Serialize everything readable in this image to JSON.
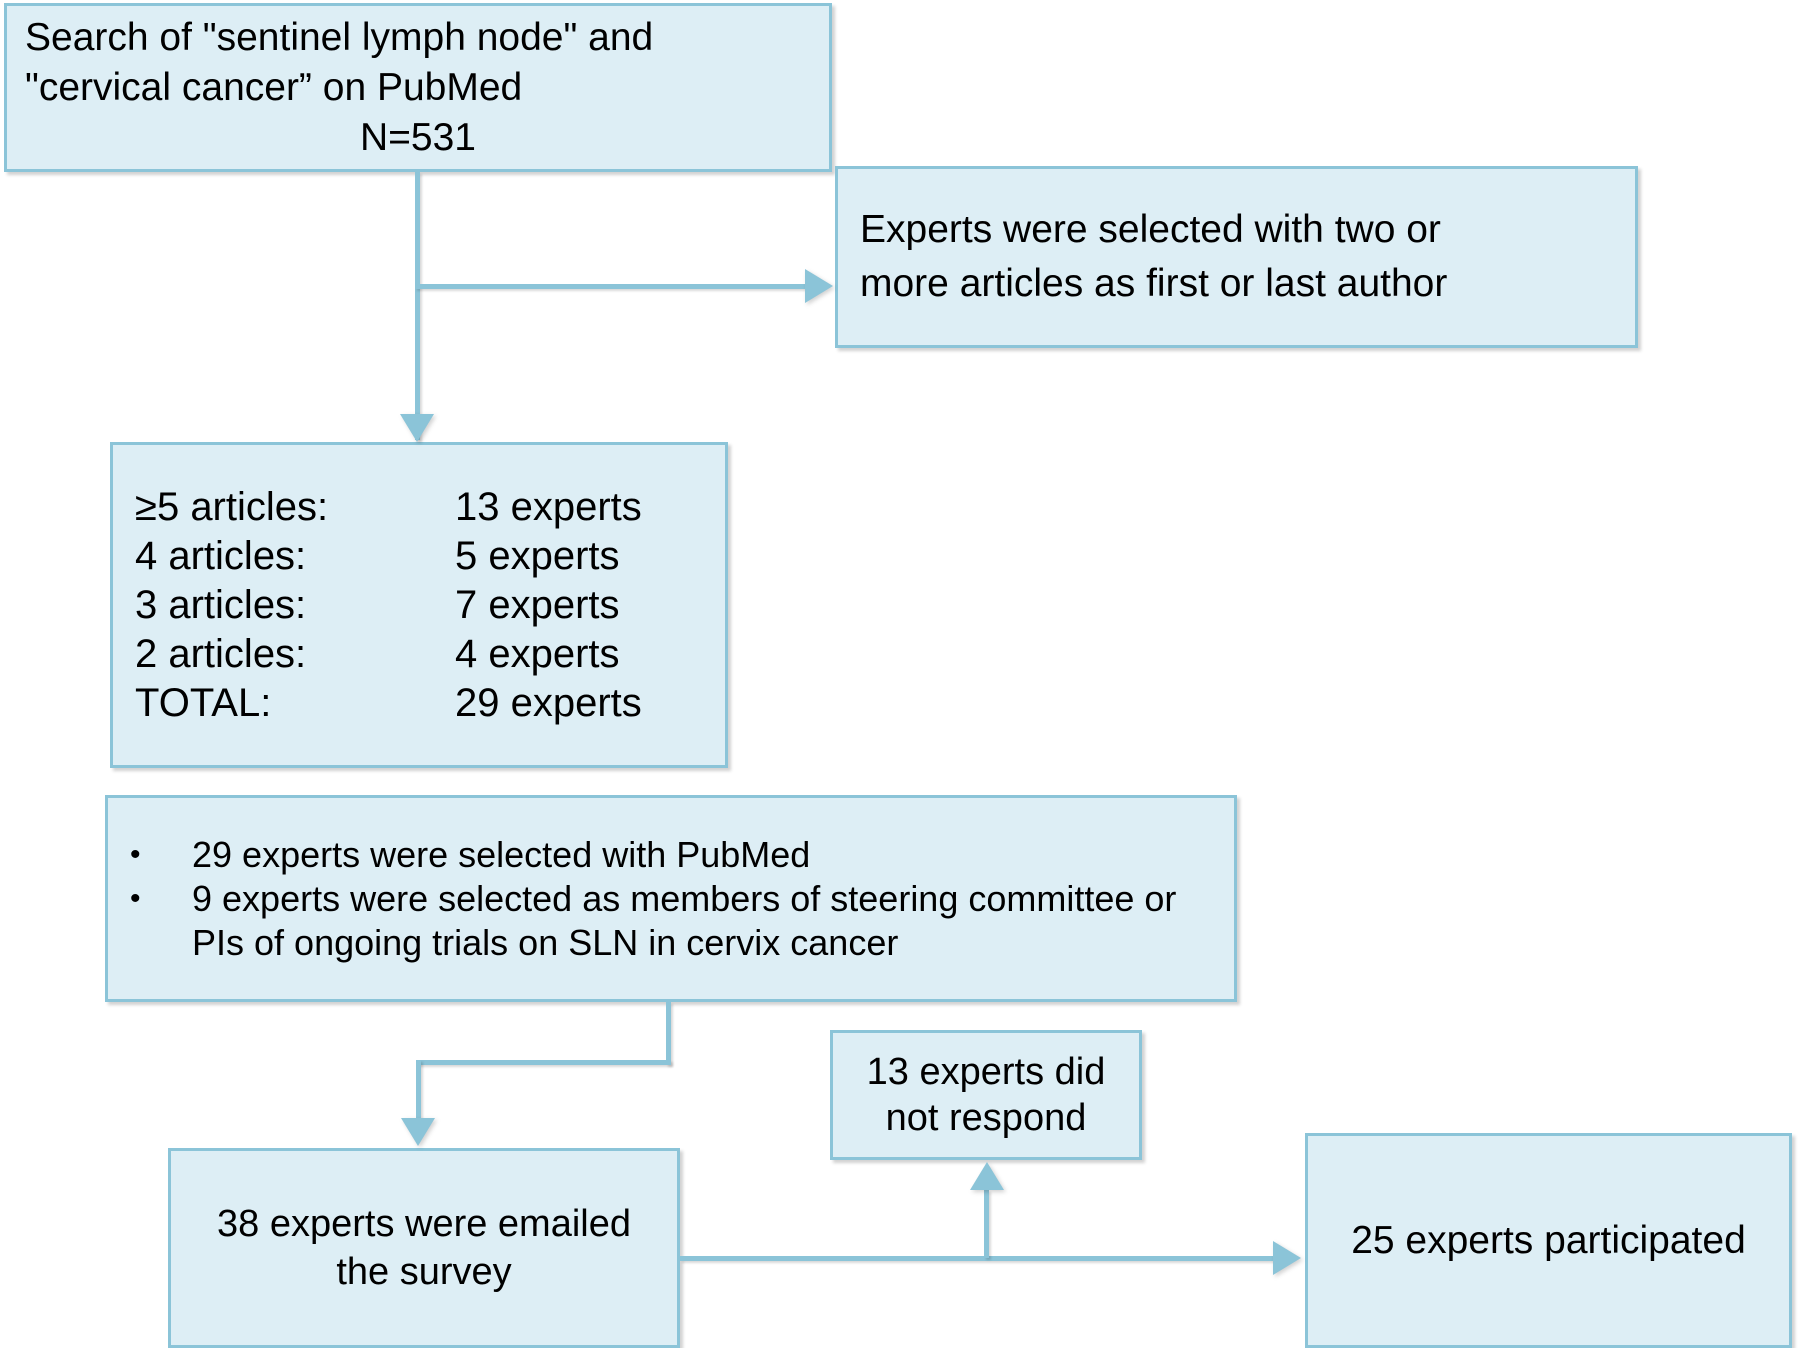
{
  "diagram": {
    "title": "Expert selection flow diagram",
    "accent_fill": "#ddeef5",
    "accent_border": "#8bc4d8",
    "text_color": "#000000"
  },
  "boxes": {
    "search": {
      "line1": "Search of \"sentinel lymph node\" and",
      "line2": "\"cervical cancer” on PubMed",
      "line3": "N=531"
    },
    "criteria": {
      "line1": "Experts were selected with two or",
      "line2": "more articles as first or last author"
    },
    "counts": {
      "rows": [
        {
          "label": "≥5 articles:",
          "value": "13 experts"
        },
        {
          "label": "4 articles:",
          "value": "5 experts"
        },
        {
          "label": "3 articles:",
          "value": "7 experts"
        },
        {
          "label": "2 articles:",
          "value": "4 experts"
        },
        {
          "label": "TOTAL:",
          "value": "29 experts"
        }
      ]
    },
    "bullets": {
      "marker": "•",
      "items": [
        "29 experts were selected with PubMed",
        "9 experts were selected as members of steering committee or PIs of ongoing trials on SLN in cervix cancer"
      ]
    },
    "no_respond": {
      "line1": "13 experts did",
      "line2": "not respond"
    },
    "emailed": {
      "line1": "38 experts were emailed",
      "line2": "the survey"
    },
    "participated": {
      "line1": "25 experts participated"
    }
  }
}
